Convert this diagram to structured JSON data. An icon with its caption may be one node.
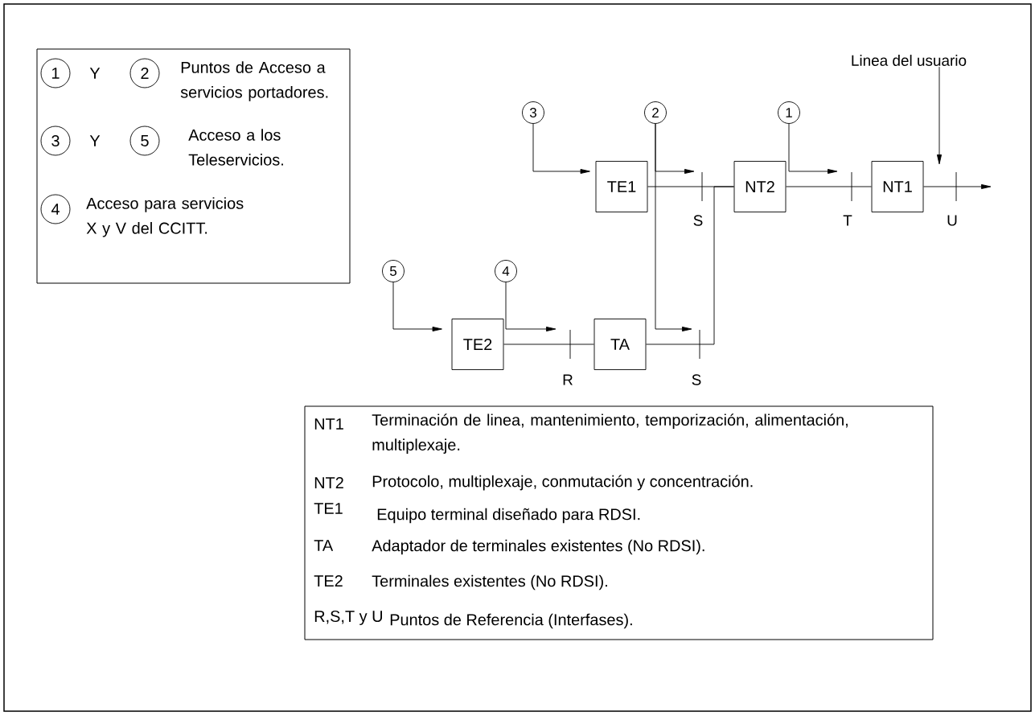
{
  "diagram": {
    "nodes": [
      {
        "text": [
          "Y",
          "Puntos de Acceso a servicios portadores.",
          "Y",
          "Acceso a los Teleservicios.",
          "Acceso para servicios X y V del CCITT."
        ]
      },
      {
        "text": [
          "1"
        ],
        "in": 0
      },
      {
        "text": [
          "2"
        ],
        "in": 0
      },
      {
        "text": [
          "3"
        ],
        "in": 0
      },
      {
        "text": [
          "5"
        ],
        "in": 0
      },
      {
        "text": [
          "4"
        ],
        "in": 0
      },
      {
        "text": [
          "Linea del usuario"
        ]
      },
      {
        "text": [
          "3"
        ]
      },
      {
        "text": [
          "2"
        ]
      },
      {
        "text": [
          "1"
        ]
      },
      {
        "text": [
          "TE1"
        ]
      },
      {
        "text": [
          "NT2"
        ]
      },
      {
        "text": [
          "NT1"
        ]
      },
      {
        "text": [
          "5"
        ]
      },
      {
        "text": [
          "4"
        ]
      },
      {
        "text": [
          "TE2"
        ]
      },
      {
        "text": [
          "TA"
        ]
      },
      {
        "text": [
          "NT1",
          "Terminación de linea, mantenimiento, temporización, alimentación, multiplexaje.",
          "NT2",
          "Protocolo, multiplexaje, conmutación y concentración.",
          "TE1",
          "Equipo terminal diseñado para RDSI.",
          "TA",
          "Adaptador de terminales existentes (No RDSI).",
          "TE2",
          "Terminales existentes (No RDSI).",
          "R,S,T y U",
          "Puntos de Referencia (Interfases)."
        ]
      }
    ],
    "edges": [
      {
        "from": 7,
        "to": 10,
        "arrow": "to"
      },
      {
        "from": 8,
        "to": null,
        "arrow": "to"
      },
      {
        "from": 8,
        "to": null,
        "arrow": "to"
      },
      {
        "from": 9,
        "to": null,
        "arrow": "to"
      },
      {
        "from": 6,
        "to": null,
        "arrow": "to"
      },
      {
        "from": 10,
        "to": 11,
        "arrow": "none"
      },
      {
        "from": 11,
        "to": 12,
        "arrow": "none"
      },
      {
        "from": 12,
        "to": null,
        "arrow": "to"
      },
      {
        "from": 13,
        "to": 15,
        "arrow": "to"
      },
      {
        "from": 14,
        "to": null,
        "arrow": "to"
      },
      {
        "from": 15,
        "to": 16,
        "arrow": "none"
      },
      {
        "from": 16,
        "to": 11,
        "arrow": "none"
      }
    ],
    "labels": [
      "S",
      "T",
      "U",
      "R",
      "S"
    ]
  }
}
